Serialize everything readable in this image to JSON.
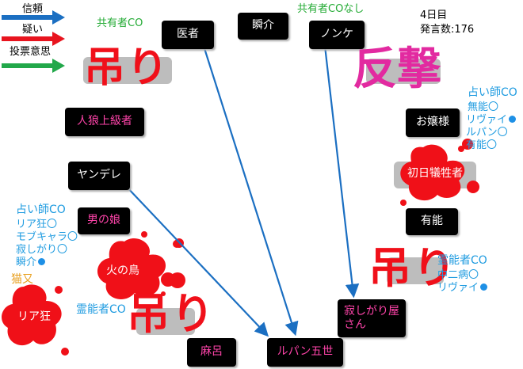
{
  "legend": {
    "trust": "信頼",
    "doubt": "疑い",
    "vote": "投票意思"
  },
  "day_info": {
    "day": "4日目",
    "posts": "発言数:176"
  },
  "headers": {
    "co_left": "共有者CO",
    "co_right": "共有者COなし"
  },
  "nodes": {
    "doctor": "医者",
    "shunsuke": "瞬介",
    "nonke": "ノンケ",
    "werewolf_elite": "人狼上級者",
    "ojousama": "お嬢様",
    "yandere": "ヤンデレ",
    "first_victim": "初日犠牲者",
    "otokonoko": "男の娘",
    "yuunou": "有能",
    "hinotori": "火の鳥",
    "riaju": "リア狂",
    "sabishigari": "寂しがり屋さん",
    "mabo": "麻呂",
    "lupin": "ルパン五世"
  },
  "overlays": {
    "hanged_1": "吊り",
    "hanged_2": "吊り",
    "hanged_3": "吊り",
    "counterattack": "反撃"
  },
  "left_list": {
    "title": "占い師CO",
    "items": [
      "リア狂〇",
      "モブキャラ〇",
      "寂しがり〇",
      "瞬介"
    ],
    "cat_label": "猫又",
    "medium": "霊能者CO"
  },
  "right_list": {
    "title": "占い師CO",
    "items": [
      "無能〇",
      "リヴァイ",
      "ルパン〇",
      "有能〇"
    ]
  },
  "right_medium": {
    "title": "霊能者CO",
    "items": [
      "中二病〇",
      "リヴァイ"
    ]
  },
  "colors": {
    "trust": "#1b6fc2",
    "doubt": "#e8141e",
    "vote": "#22a84a",
    "hanged": "#f0101a",
    "counter": "#e22aa0"
  }
}
